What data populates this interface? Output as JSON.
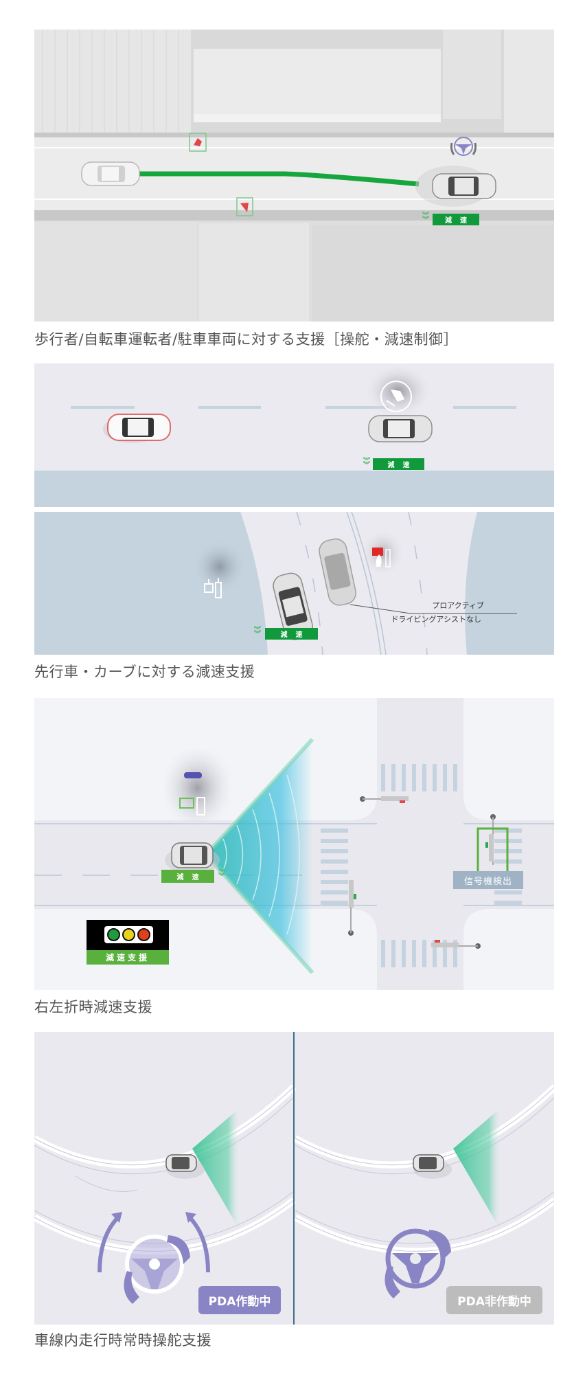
{
  "sections": [
    {
      "caption": "歩行者/自転車運転者/駐車車両に対する支援［操舵・減速制御］",
      "badges": [
        {
          "label": "減速"
        }
      ],
      "icons": [
        "pedestrian-icon",
        "cyclist-icon",
        "steering-assist-icon"
      ]
    },
    {
      "caption": "先行車・カーブに対する減速支援",
      "badges": [
        {
          "label": "減速"
        },
        {
          "label": "減速"
        }
      ],
      "annotation": {
        "line1": "プロアクティブ",
        "line2": "ドライビングアシストなし"
      },
      "icons": [
        "brake-pedal-icon",
        "pedals-icon",
        "brake-pedal-red-icon"
      ]
    },
    {
      "caption": "右左折時減速支援",
      "badges": [
        {
          "label": "減速"
        }
      ],
      "signal_label": "信号機検出",
      "traffic_light_panel": {
        "label": "減速支援",
        "lights": [
          "#1e9a3f",
          "#e8d21c",
          "#e0401c"
        ]
      }
    },
    {
      "caption": "車線内走行時常時操舵支援",
      "left": {
        "status": "PDA作動中",
        "color": "#8984c4"
      },
      "right": {
        "status": "PDA非作動中",
        "color": "#bcbcbc"
      }
    }
  ],
  "colors": {
    "accent_green": "#109a3c",
    "path_green": "#17a53e",
    "steering_purple": "#8984c4",
    "road_blue": "#c5d3de"
  }
}
